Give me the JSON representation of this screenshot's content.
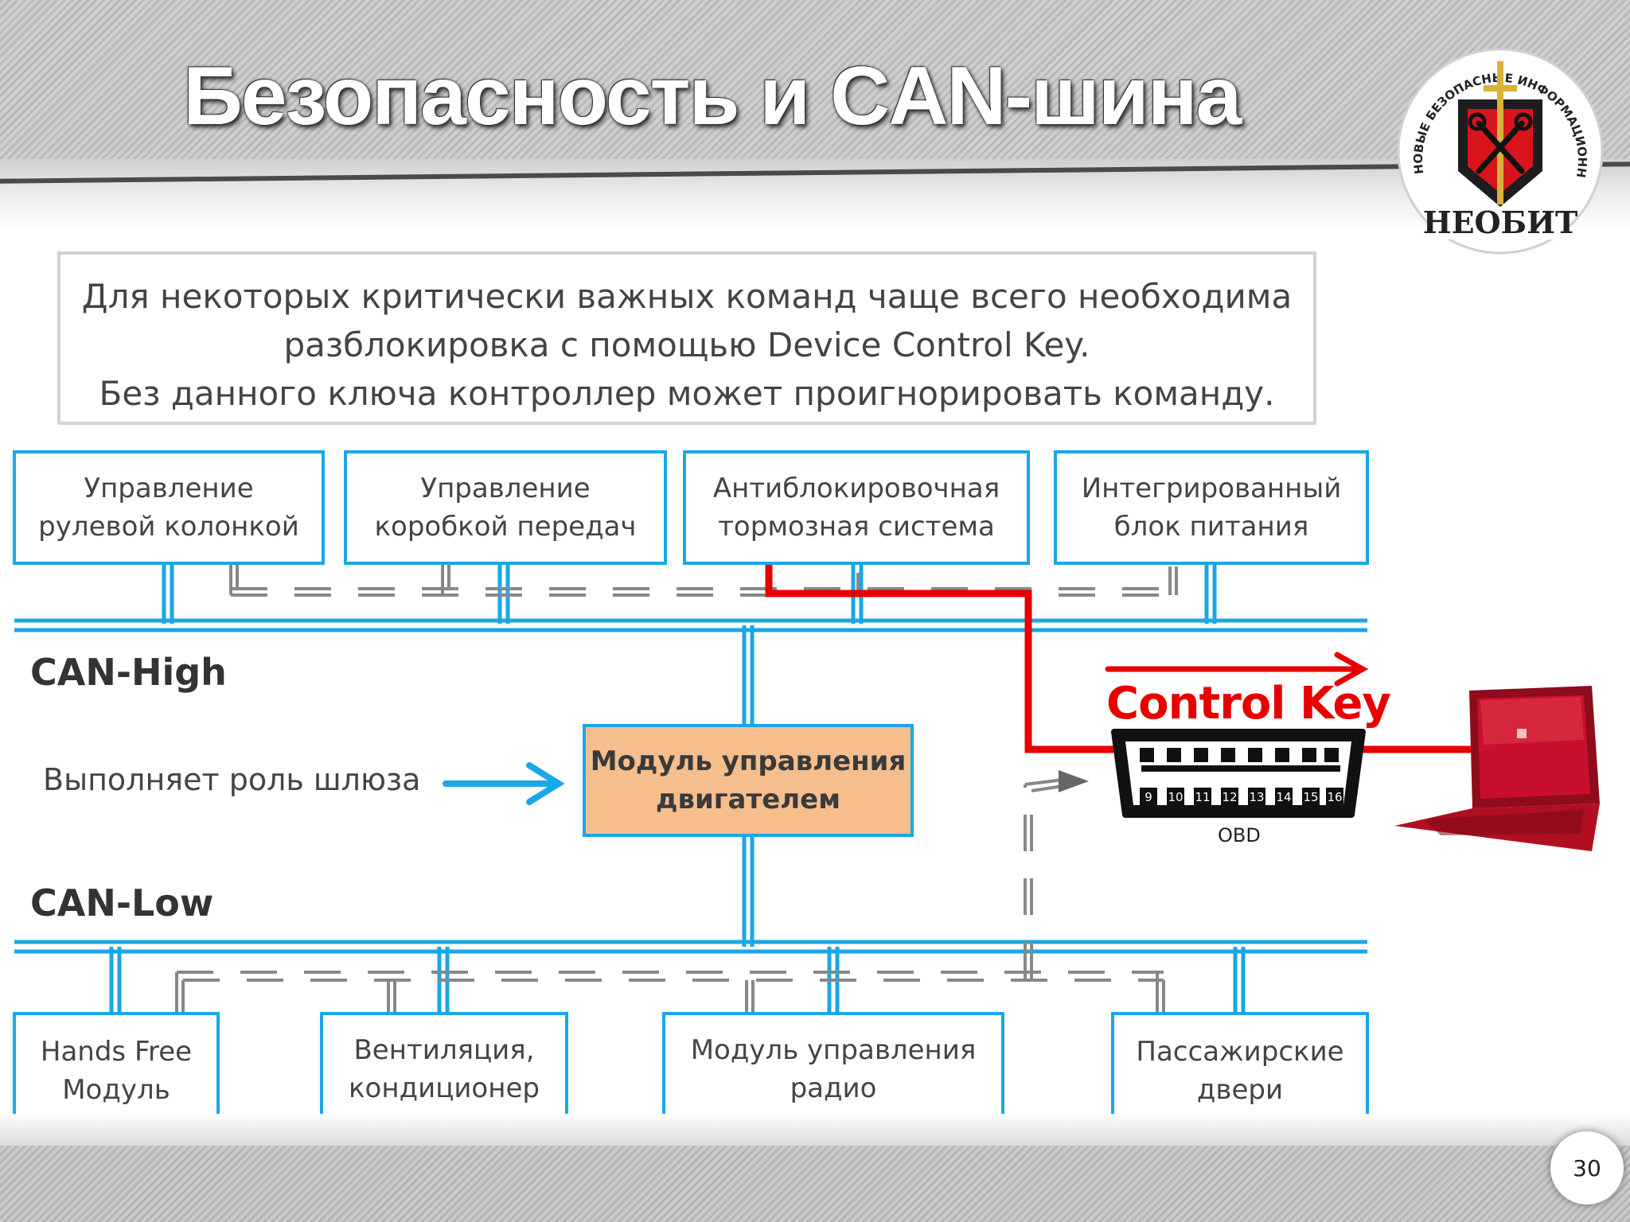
{
  "title": "Безопасность и CAN-шина",
  "logo": {
    "name": "НЕОБИТ",
    "ring_text": "НОВЫЕ БЕЗОПАСНЫЕ ИНФОРМАЦИОННЫЕ ТЕХНОЛОГИИ"
  },
  "info": {
    "line1": "Для некоторых критически важных команд чаще всего необходима",
    "line2": "разблокировка с помощью Device Control Key.",
    "line3": "Без данного ключа контроллер может проигнорировать команду."
  },
  "top_modules": [
    {
      "line1": "Управление",
      "line2": "рулевой колонкой"
    },
    {
      "line1": "Управление",
      "line2": "коробкой передач"
    },
    {
      "line1": "Антиблокировочная",
      "line2": "тормозная система"
    },
    {
      "line1": "Интегрированный",
      "line2": "блок питания"
    }
  ],
  "bottom_modules": [
    {
      "line1": "Hands Free",
      "line2": "Модуль"
    },
    {
      "line1": "Вентиляция,",
      "line2": "кондиционер"
    },
    {
      "line1": "Модуль управления",
      "line2": "радио"
    },
    {
      "line1": "Пассажирские",
      "line2": "двери"
    }
  ],
  "engine_module": {
    "line1": "Модуль управления",
    "line2": "двигателем"
  },
  "can_high_label": "CAN-High",
  "can_low_label": "CAN-Low",
  "gateway_text": "Выполняет роль шлюза",
  "control_key_label": "Control Key",
  "obd": {
    "label": "OBD",
    "pins_bottom": [
      "9",
      "10",
      "11",
      "12",
      "13",
      "14",
      "15",
      "16"
    ]
  },
  "page_number": "30",
  "colors": {
    "bus": "#1aa7e6",
    "control_key": "#e60000",
    "engine_fill": "#f6bd8d",
    "laptop": "#c8102e"
  }
}
